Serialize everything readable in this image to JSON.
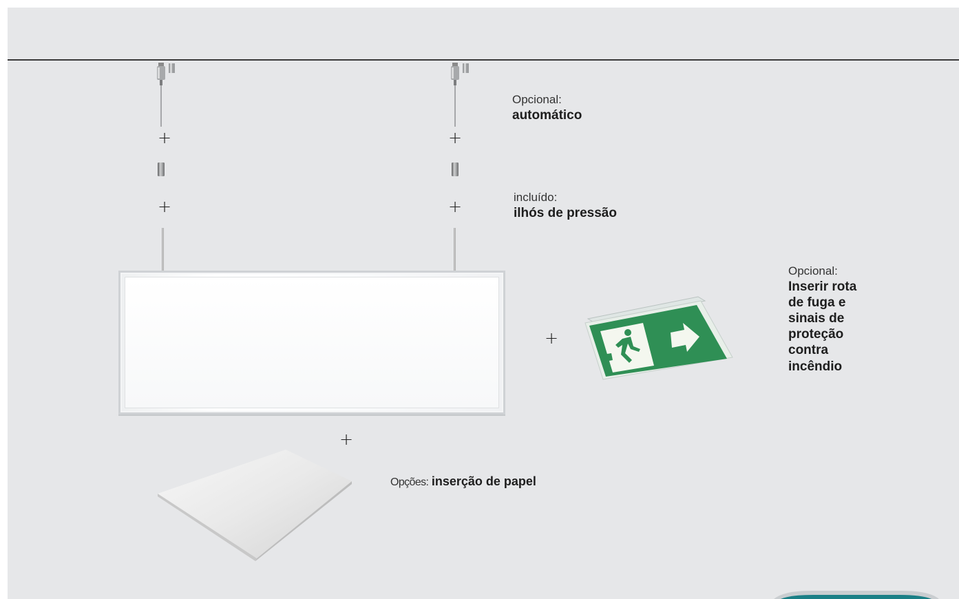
{
  "labels": {
    "auto": {
      "small": "Opcional:",
      "big": "automático"
    },
    "eyelet": {
      "small": "incluído:",
      "big": "ilhós de pressão"
    },
    "insert": {
      "small": "Opcional:",
      "lines": [
        "Inserir rota",
        "de fuga e",
        "sinais de",
        "proteção",
        "contra",
        "incêndio"
      ]
    },
    "paper": {
      "small": "Opções:",
      "big": "inserção de papel"
    }
  },
  "symbols": {
    "plus": "+"
  },
  "colors": {
    "background": "#e6e7e9",
    "sign_green": "#2e8b57",
    "logo_teal": "#1a7f86"
  },
  "icons": [
    "cable-suspension-icon",
    "press-eyelet-icon",
    "exit-sign-icon",
    "paper-insert-icon"
  ]
}
